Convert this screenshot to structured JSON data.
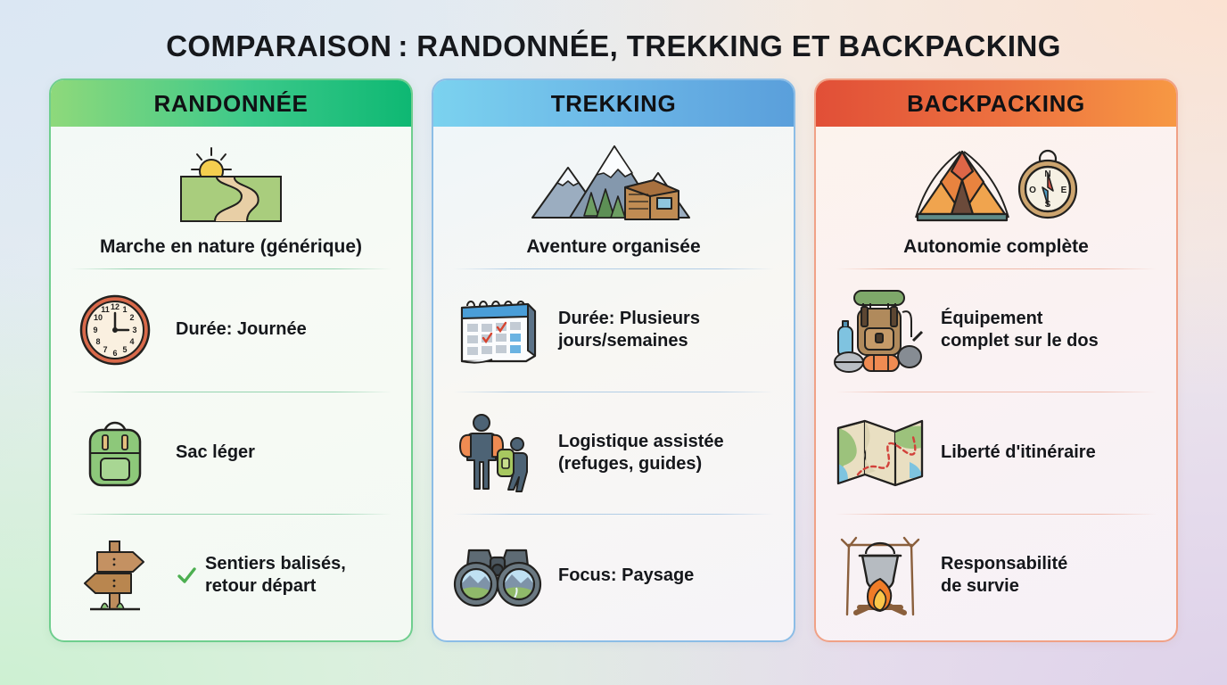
{
  "title": "COMPARAISON : RANDONNÉE, TREKKING ET BACKPACKING",
  "colors": {
    "randonnee_header_from": "#8ed97b",
    "randonnee_header_to": "#0eb873",
    "trekking_header_from": "#7bd2ef",
    "trekking_header_to": "#5a9fdb",
    "backpacking_header_from": "#e14f37",
    "backpacking_header_to": "#f79843",
    "check_green": "#4caf50",
    "text_dark": "#15171b"
  },
  "columns": [
    {
      "id": "randonnee",
      "header": "RANDONNÉE",
      "hero_icon": "trail-sunrise-icon",
      "hero_label": "Marche en nature (générique)",
      "rows": [
        {
          "icon": "clock-icon",
          "text": "Durée: Journée",
          "check": false
        },
        {
          "icon": "backpack-light-icon",
          "text": "Sac léger",
          "check": false
        },
        {
          "icon": "signpost-icon",
          "text": "Sentiers balisés,\nretour départ",
          "check": true
        }
      ]
    },
    {
      "id": "trekking",
      "header": "TREKKING",
      "hero_icon": "mountains-cabin-icon",
      "hero_label": "Aventure organisée",
      "rows": [
        {
          "icon": "calendar-icon",
          "text": "Durée: Plusieurs\njours/semaines",
          "check": false
        },
        {
          "icon": "hikers-group-icon",
          "text": "Logistique assistée\n(refuges, guides)",
          "check": false
        },
        {
          "icon": "binoculars-icon",
          "text": "Focus: Paysage",
          "check": false
        }
      ]
    },
    {
      "id": "backpacking",
      "header": "BACKPACKING",
      "hero_icon": "tent-compass-icon",
      "hero_label": "Autonomie complète",
      "rows": [
        {
          "icon": "loaded-backpack-icon",
          "text": "Équipement\ncomplet sur le dos",
          "check": false
        },
        {
          "icon": "folded-map-icon",
          "text": "Liberté d'itinéraire",
          "check": false
        },
        {
          "icon": "campfire-pot-icon",
          "text": "Responsabilité\nde survie",
          "check": false
        }
      ]
    }
  ]
}
